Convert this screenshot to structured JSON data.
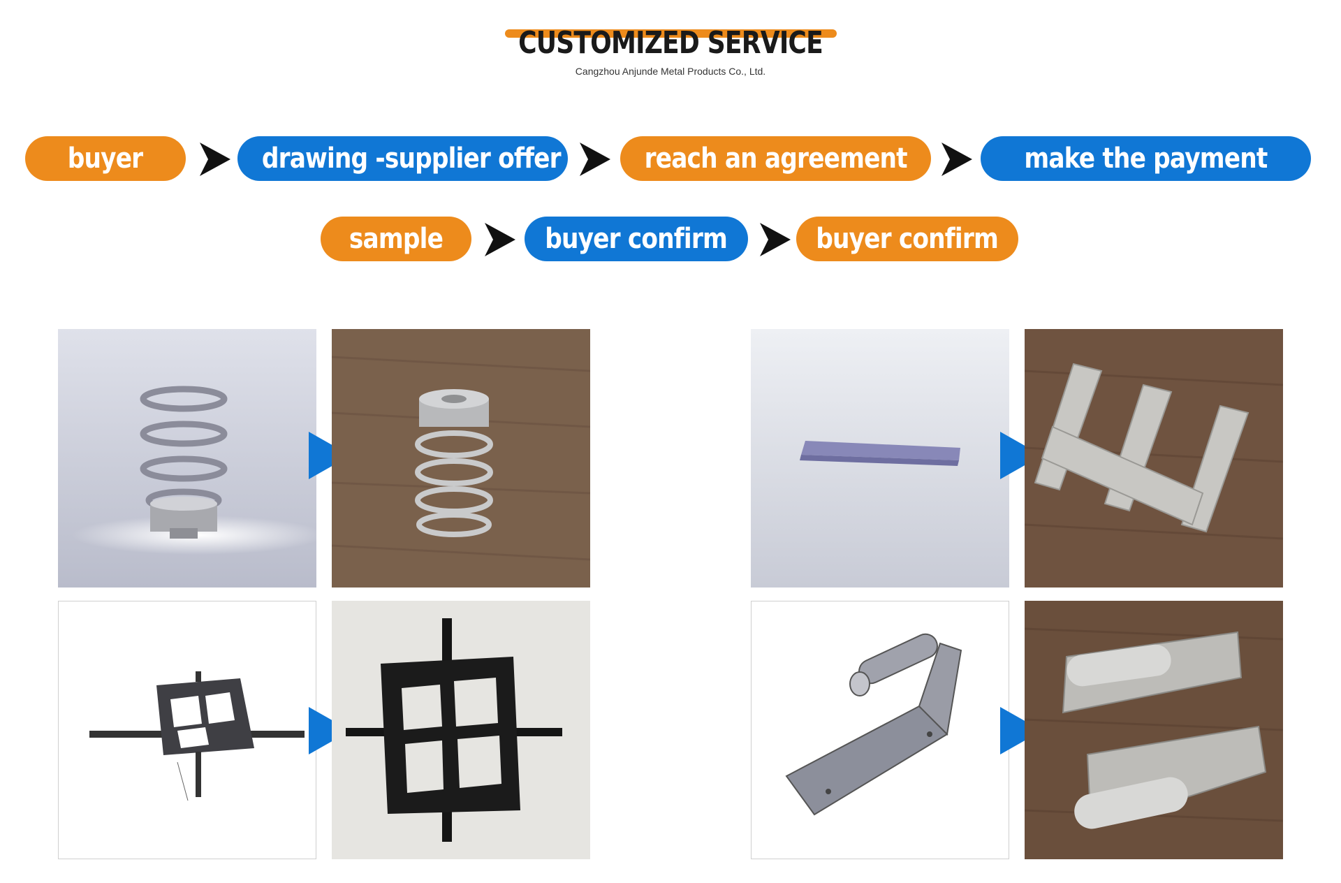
{
  "header": {
    "title": "CUSTOMIZED SERVICE",
    "subtitle": "Cangzhou Anjunde Metal Products Co., Ltd."
  },
  "process": {
    "row1": [
      "buyer",
      "drawing -supplier offer",
      "reach an agreement",
      "make the payment"
    ],
    "row2": [
      "sample",
      "buyer confirm",
      "buyer confirm"
    ]
  },
  "colors": {
    "orange": "#ed8b1c",
    "blue": "#1077d5",
    "arrow": "#111111"
  },
  "gallery": {
    "pairs": [
      {
        "design": "spring-design-render",
        "photo": "spring-product-photo"
      },
      {
        "design": "bracket-design-render",
        "photo": "bracket-product-photo"
      },
      {
        "design": "plate-design-render",
        "photo": "plate-product-photo"
      },
      {
        "design": "bent-tube-design-render",
        "photo": "bent-tube-product-photo"
      }
    ]
  }
}
